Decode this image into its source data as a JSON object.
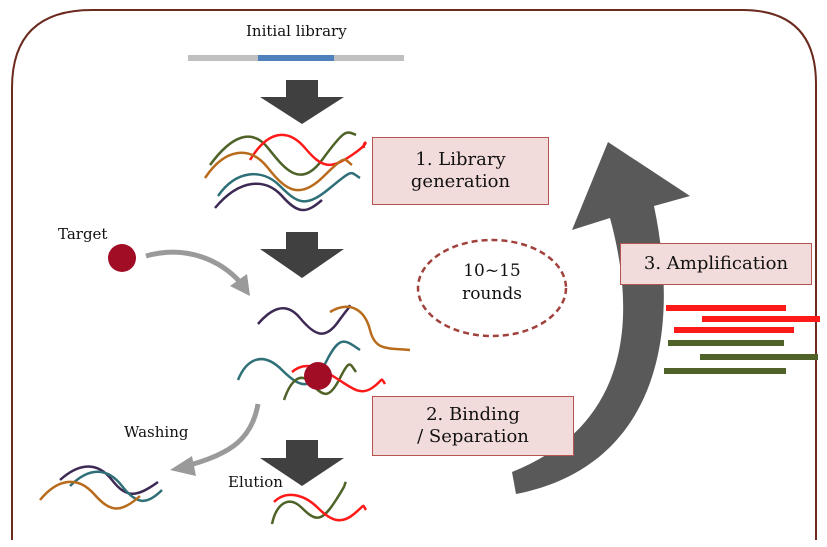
{
  "labels": {
    "initial_library": "Initial library",
    "target": "Target",
    "washing": "Washing",
    "elution": "Elution",
    "rounds_line1": "10~15",
    "rounds_line2": "rounds"
  },
  "steps": [
    {
      "line1": "1. Library",
      "line2": "generation"
    },
    {
      "line1": "2. Binding",
      "line2": "/ Separation"
    },
    {
      "line1": "3. Amplification",
      "line2": ""
    }
  ],
  "colors": {
    "frame": "#6b2a1e",
    "box_fill": "#f2dcdb",
    "box_border": "#b85450",
    "library_gray": "#c0c0c0",
    "library_blue": "#4f81bd",
    "arrow_dark": "#404040",
    "target_red": "#a00d24",
    "strand_green": "#4f6228",
    "strand_red": "#ff1a1a",
    "strand_orange": "#b96b1c",
    "strand_teal": "#2e6f78",
    "strand_purple": "#3c2a55"
  }
}
